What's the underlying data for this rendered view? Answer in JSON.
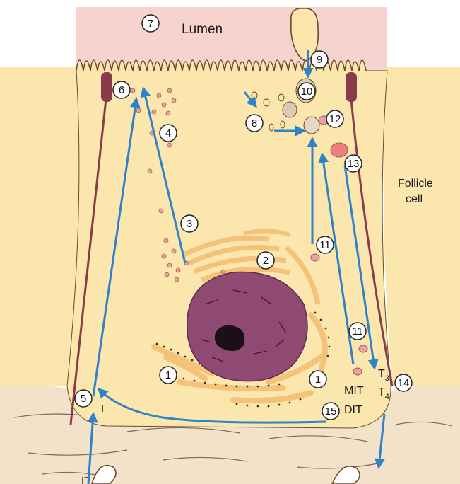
{
  "labels": {
    "lumen": "Lumen",
    "follicle_line1": "Follicle",
    "follicle_line2": "cell",
    "iodide_in": "I",
    "iodide_in_sup": "−",
    "iodide_cell": "I",
    "iodide_cell_sup": "−",
    "mit": "MIT",
    "dit": "DIT",
    "t3": "T",
    "t3_sub": "3",
    "t4": "T",
    "t4_sub": "4"
  },
  "steps": [
    "1",
    "1",
    "2",
    "3",
    "4",
    "5",
    "6",
    "7",
    "8",
    "9",
    "10",
    "11",
    "11",
    "12",
    "13",
    "14",
    "15"
  ],
  "colors": {
    "lumen": "#f7d3cf",
    "cytoplasm": "#fbe6ad",
    "golgi": "#f5c27a",
    "nucleus": "#8e4a73",
    "arrow": "#2f82c7",
    "vesicle": "#e8a2a0",
    "connective": "#f1e2c9"
  }
}
